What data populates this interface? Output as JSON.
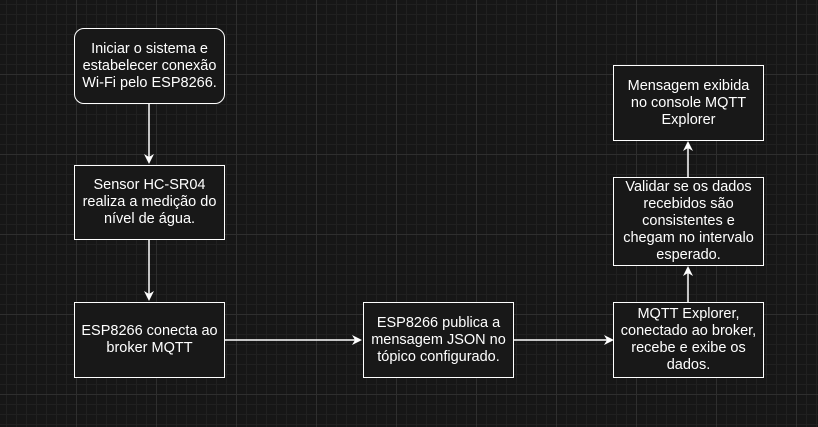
{
  "diagram": {
    "nodes": [
      {
        "id": "n1",
        "text": "Iniciar o sistema e estabelecer conexão Wi-Fi pelo ESP8266."
      },
      {
        "id": "n2",
        "text": "Sensor HC-SR04 realiza a medição do nível de água."
      },
      {
        "id": "n3",
        "text": "ESP8266 conecta ao broker MQTT"
      },
      {
        "id": "n4",
        "text": "ESP8266 publica a mensagem JSON no tópico configurado."
      },
      {
        "id": "n5",
        "text": "MQTT Explorer, conectado ao broker, recebe e exibe os dados."
      },
      {
        "id": "n6",
        "text": "Validar se os dados recebidos são consistentes e chegam no intervalo esperado."
      },
      {
        "id": "n7",
        "text": "Mensagem exibida no console MQTT Explorer"
      }
    ],
    "edges": [
      {
        "from": "n1",
        "to": "n2"
      },
      {
        "from": "n2",
        "to": "n3"
      },
      {
        "from": "n3",
        "to": "n4"
      },
      {
        "from": "n4",
        "to": "n5"
      },
      {
        "from": "n5",
        "to": "n6"
      },
      {
        "from": "n6",
        "to": "n7"
      }
    ],
    "colors": {
      "background": "#161616",
      "stroke": "#ffffff",
      "text": "#ffffff"
    }
  }
}
